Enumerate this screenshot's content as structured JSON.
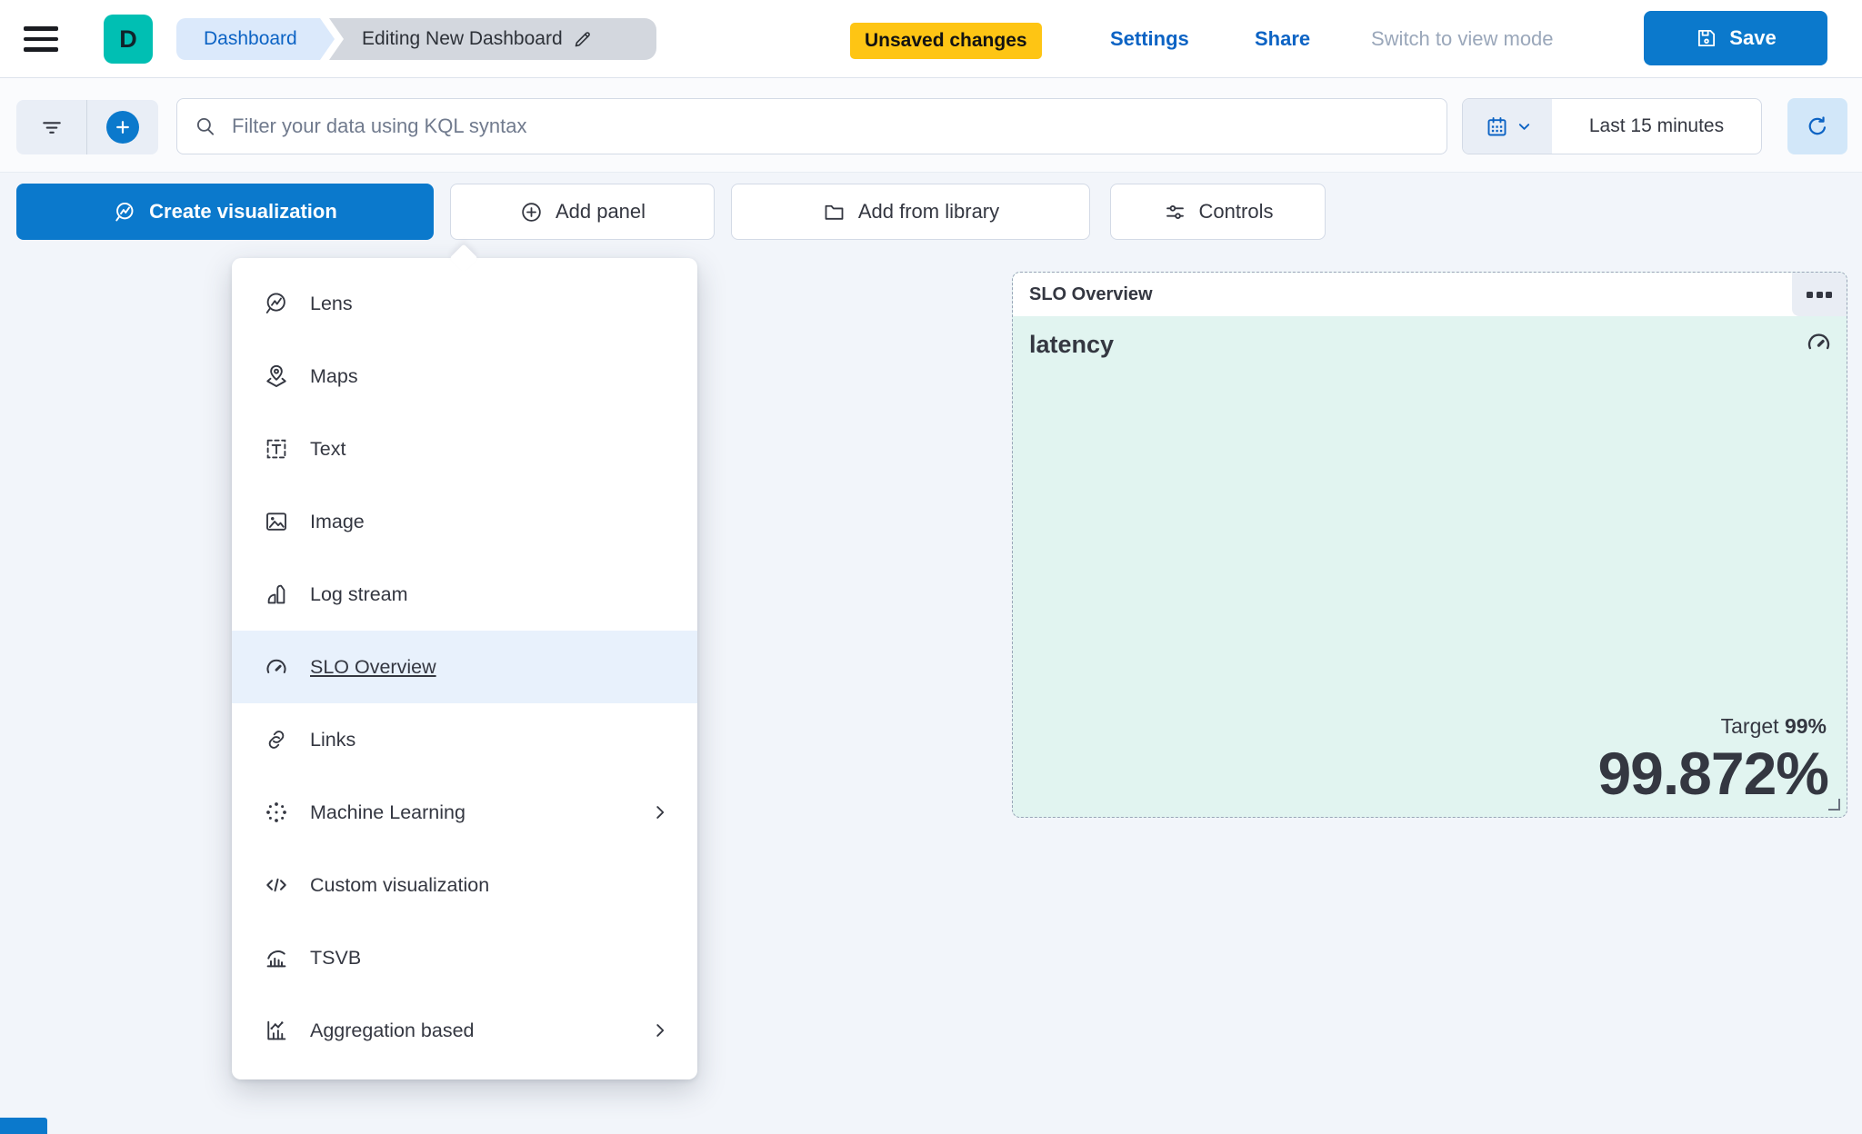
{
  "header": {
    "logo_letter": "D",
    "breadcrumb_dashboard": "Dashboard",
    "breadcrumb_current": "Editing New Dashboard",
    "unsaved_badge": "Unsaved changes",
    "settings_label": "Settings",
    "share_label": "Share",
    "view_mode_label": "Switch to view mode",
    "save_label": "Save"
  },
  "filter_bar": {
    "kql_placeholder": "Filter your data using KQL syntax",
    "time_range": "Last 15 minutes"
  },
  "toolbar": {
    "create_visualization_label": "Create visualization",
    "add_panel_label": "Add panel",
    "add_from_library_label": "Add from library",
    "controls_label": "Controls"
  },
  "add_panel_menu": {
    "items": [
      {
        "label": "Lens",
        "icon": "lens-icon",
        "selected": false,
        "has_submenu": false
      },
      {
        "label": "Maps",
        "icon": "maps-icon",
        "selected": false,
        "has_submenu": false
      },
      {
        "label": "Text",
        "icon": "text-icon",
        "selected": false,
        "has_submenu": false
      },
      {
        "label": "Image",
        "icon": "image-icon",
        "selected": false,
        "has_submenu": false
      },
      {
        "label": "Log stream",
        "icon": "log-stream-icon",
        "selected": false,
        "has_submenu": false
      },
      {
        "label": "SLO Overview",
        "icon": "gauge-icon",
        "selected": true,
        "has_submenu": false
      },
      {
        "label": "Links",
        "icon": "link-icon",
        "selected": false,
        "has_submenu": false
      },
      {
        "label": "Machine Learning",
        "icon": "machine-learning-icon",
        "selected": false,
        "has_submenu": true
      },
      {
        "label": "Custom visualization",
        "icon": "code-icon",
        "selected": false,
        "has_submenu": false
      },
      {
        "label": "TSVB",
        "icon": "tsvb-icon",
        "selected": false,
        "has_submenu": false
      },
      {
        "label": "Aggregation based",
        "icon": "aggregation-icon",
        "selected": false,
        "has_submenu": true
      }
    ]
  },
  "slo_panel": {
    "title": "SLO Overview",
    "slo_name": "latency",
    "target_label": "Target",
    "target_value": "99%",
    "sli_value": "99.872%"
  },
  "colors": {
    "primary_blue": "#0b79cc",
    "link_blue": "#0c63c4",
    "warning_yellow": "#fec514",
    "brand_teal": "#00bfb3",
    "panel_mint": "#e1f4f0",
    "text_dark": "#343741",
    "muted_gray": "#9aa7ba"
  }
}
